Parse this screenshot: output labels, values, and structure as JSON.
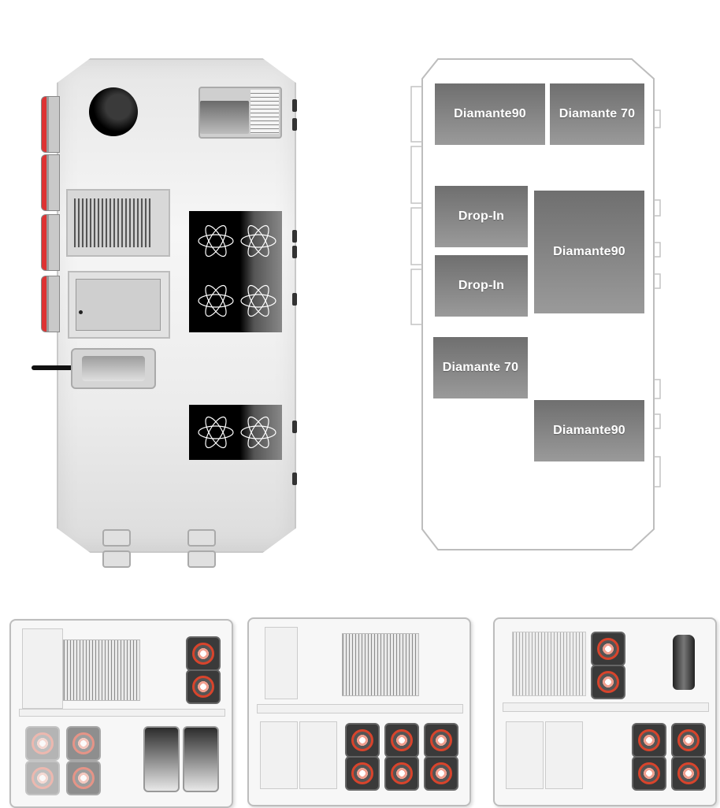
{
  "layout_zones": [
    {
      "label": "Diamante90"
    },
    {
      "label": "Diamante 70"
    },
    {
      "label": "Drop-In"
    },
    {
      "label": "Diamante90"
    },
    {
      "label": "Drop-In"
    },
    {
      "label": "Diamante 70"
    },
    {
      "label": "Diamante90"
    }
  ],
  "colors": {
    "zone_fill_dark": "#6f6f6f",
    "zone_fill_light": "#9a9a9a",
    "outline": "#bdbdbd",
    "burner_ring": "#d8442c",
    "knob_red": "#dd3333"
  },
  "icons": {
    "induction_zone": "atom-icon",
    "sink": "round-sink-icon",
    "burner": "burner-icon"
  }
}
